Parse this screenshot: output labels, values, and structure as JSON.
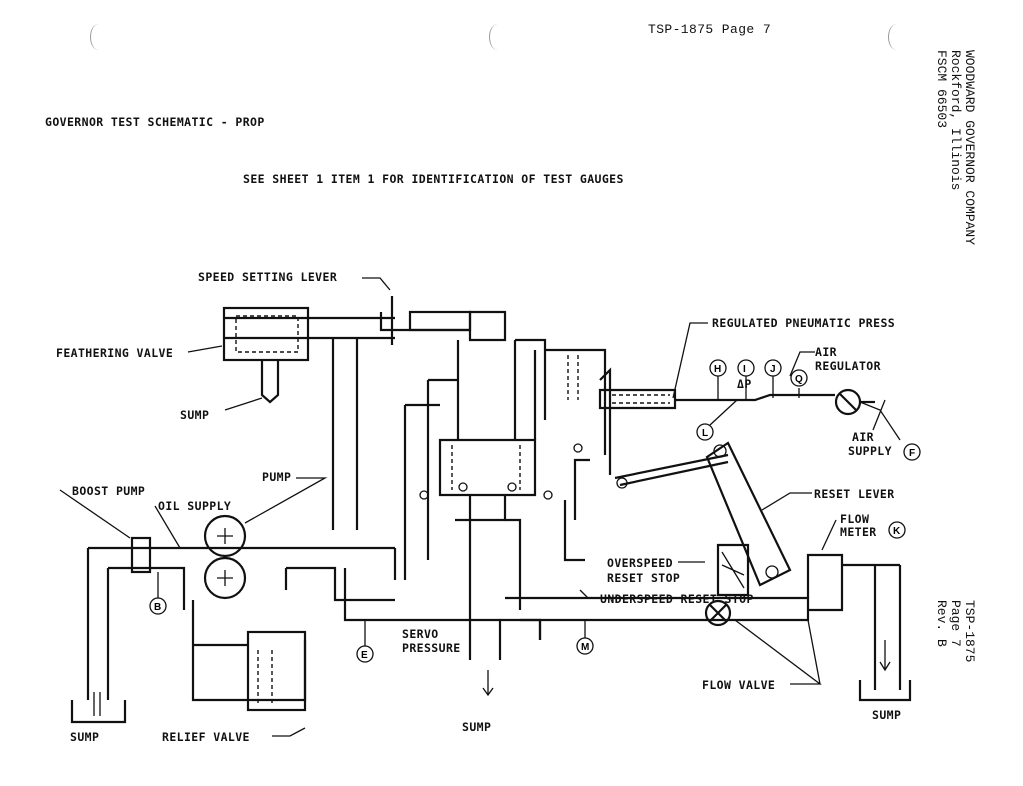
{
  "header": {
    "doc_ref": "TSP-1875 Page 7",
    "title": "GOVERNOR TEST SCHEMATIC - PROP",
    "subtitle": "SEE SHEET 1 ITEM 1 FOR IDENTIFICATION OF TEST GAUGES"
  },
  "company_block": [
    "WOODWARD GOVERNOR COMPANY",
    "Rockford, Illinois",
    "FSCM 66503"
  ],
  "revision_block": [
    "TSP-1875",
    "Page 7",
    "Rev. B"
  ],
  "labels": {
    "speed_setting_lever": "SPEED SETTING LEVER",
    "feathering_valve": "FEATHERING VALVE",
    "sump_top": "SUMP",
    "regulated_pneumatic_press": "REGULATED PNEUMATIC PRESS",
    "air_regulator_1": "AIR",
    "air_regulator_2": "REGULATOR",
    "air_supply_1": "AIR",
    "air_supply_2": "SUPPLY",
    "boost_pump": "BOOST PUMP",
    "oil_supply": "OIL SUPPLY",
    "pump": "PUMP",
    "reset_lever": "RESET LEVER",
    "flow_meter_1": "FLOW",
    "flow_meter_2": "METER",
    "overspeed_reset_stop_1": "OVERSPEED",
    "overspeed_reset_stop_2": "RESET STOP",
    "underspeed_reset_stop": "UNDERSPEED RESET STOP",
    "servo_pressure_1": "SERVO",
    "servo_pressure_2": "PRESSURE",
    "flow_valve": "FLOW VALVE",
    "sump_left": "SUMP",
    "relief_valve": "RELIEF VALVE",
    "sump_center": "SUMP",
    "sump_right": "SUMP",
    "delta_p": "ΔP"
  },
  "gauges": [
    "H",
    "I",
    "J",
    "Q",
    "L",
    "F",
    "K",
    "B",
    "E",
    "M"
  ]
}
